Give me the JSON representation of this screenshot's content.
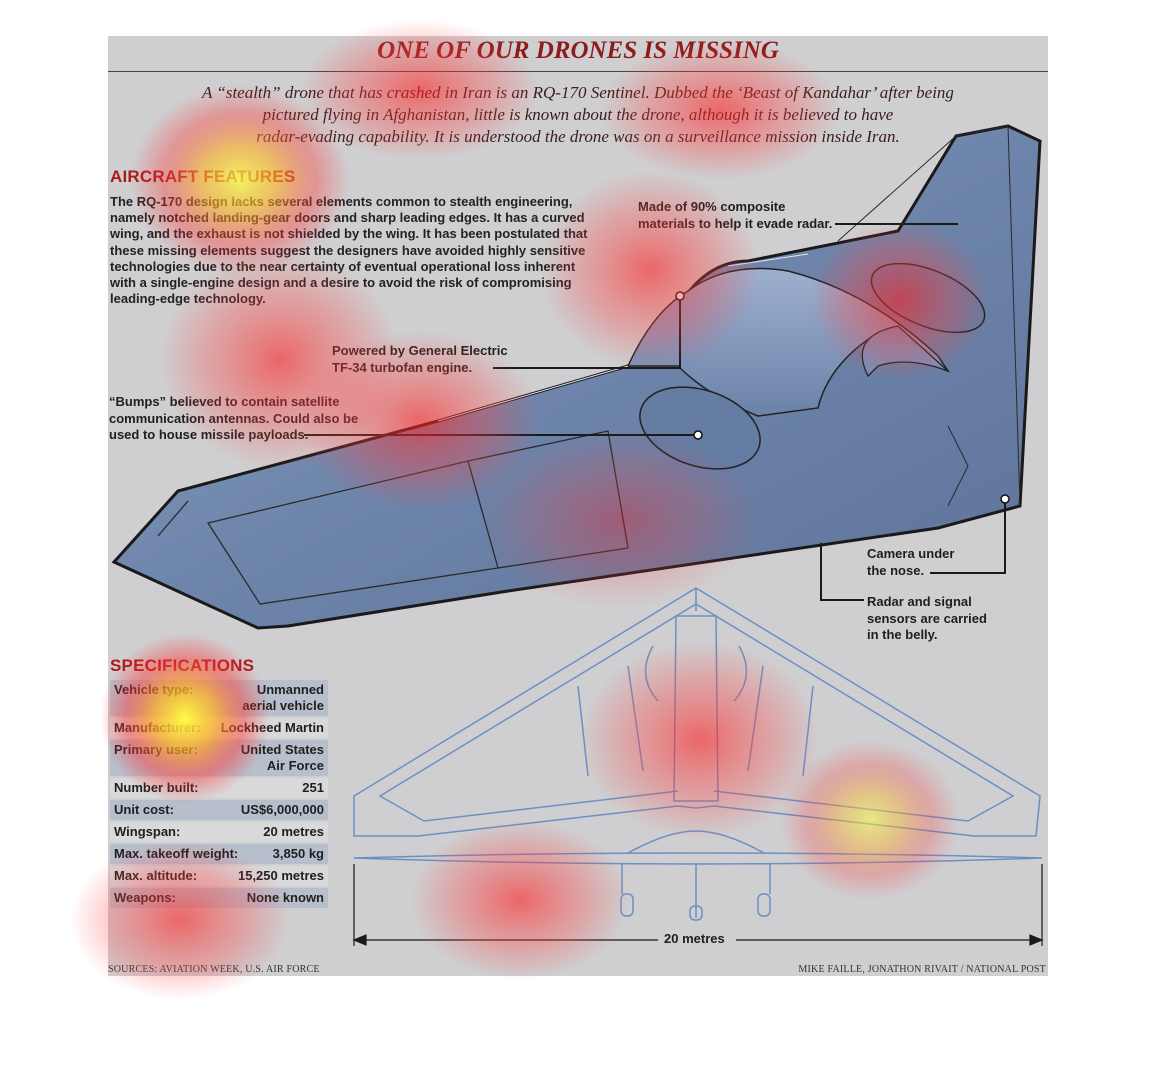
{
  "title": "ONE OF OUR DRONES IS MISSING",
  "intro_lines": [
    "A “stealth” drone that has crashed in Iran is an RQ-170 Sentinel. Dubbed the ‘Beast of Kandahar’ after being",
    "pictured flying in Afghanistan, little is known about the drone, although it is believed to have",
    "radar-evading capability. It is understood the drone was on a surveillance mission inside Iran."
  ],
  "aircraft_features": {
    "heading": "AIRCRAFT FEATURES",
    "lines": [
      "The RQ-170 design lacks several elements common to stealth engineering,",
      "namely notched landing-gear doors and sharp leading edges. It has a curved",
      "wing, and the exhaust is not shielded by the wing. It has been postulated that",
      "these missing elements suggest the designers have avoided highly sensitive",
      "technologies due to the near certainty of eventual operational loss inherent",
      "with a single-engine design and a desire to avoid the risk of compromising",
      "leading-edge technology."
    ]
  },
  "callouts": {
    "composite": [
      "Made of 90% composite",
      "materials to help it evade radar."
    ],
    "engine": [
      "Powered by General Electric",
      "TF-34 turbofan engine."
    ],
    "bumps": [
      "“Bumps” believed to contain satellite",
      "communication antennas. Could also be",
      "used to house missile payloads."
    ],
    "camera": [
      "Camera under",
      "the nose."
    ],
    "radar": [
      "Radar and signal",
      "sensors are carried",
      "in the belly."
    ]
  },
  "specifications": {
    "heading": "SPECIFICATIONS",
    "rows": [
      {
        "label": "Vehicle type:",
        "value": [
          "Unmanned",
          "aerial vehicle"
        ]
      },
      {
        "label": "Manufacturer:",
        "value": [
          "Lockheed Martin"
        ]
      },
      {
        "label": "Primary user:",
        "value": [
          "United States",
          "Air Force"
        ]
      },
      {
        "label": "Number built:",
        "value": [
          "251"
        ]
      },
      {
        "label": "Unit cost:",
        "value": [
          "US$6,000,000"
        ]
      },
      {
        "label": "Wingspan:",
        "value": [
          "20 metres"
        ]
      },
      {
        "label": "Max. takeoff weight:",
        "value": [
          "3,850 kg"
        ]
      },
      {
        "label": "Max. altitude:",
        "value": [
          "15,250 metres"
        ]
      },
      {
        "label": "Weapons:",
        "value": [
          "None known"
        ]
      }
    ]
  },
  "dimension_label": "20 metres",
  "footer": {
    "sources": "SOURCES: AVIATION WEEK, U.S. AIR FORCE",
    "credit": "MIKE FAILLE, JONATHON RIVAIT  / NATIONAL POST"
  },
  "colors": {
    "title_red": "#8e1b1b",
    "heading_red": "#a81c1c",
    "drone_blue": "#6f87ad",
    "blueprint_blue": "#6d8fc4",
    "panel_gray": "#cfcfd1"
  }
}
